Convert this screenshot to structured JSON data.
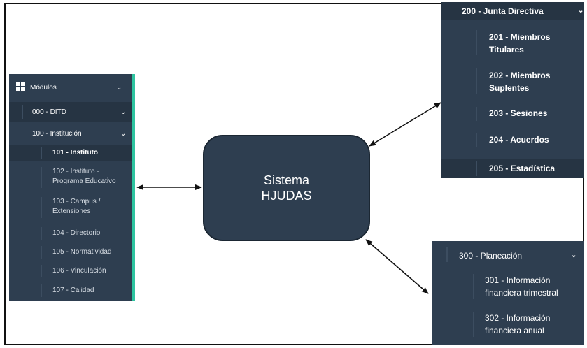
{
  "center": {
    "title": "Sistema HJUDAS"
  },
  "left_menu": {
    "header": "Módulos",
    "items": [
      {
        "label": "000 - DITD"
      },
      {
        "label": "100 - Institución"
      },
      {
        "label": "101 - Instituto"
      },
      {
        "label": "102 - Instituto - Programa Educativo"
      },
      {
        "label": "103 - Campus / Extensiones"
      },
      {
        "label": "104 - Directorio"
      },
      {
        "label": "105 - Normatividad"
      },
      {
        "label": "106 - Vinculación"
      },
      {
        "label": "107 - Calidad"
      }
    ]
  },
  "top_right_menu": {
    "header": "200 - Junta Directiva",
    "items": [
      {
        "label": "201 - Miembros Titulares"
      },
      {
        "label": "202 - Miembros Suplentes"
      },
      {
        "label": "203 - Sesiones"
      },
      {
        "label": "204 - Acuerdos"
      },
      {
        "label": "205 - Estadística"
      }
    ]
  },
  "bottom_right_menu": {
    "header": "300 - Planeación",
    "items": [
      {
        "label": "301 - Información financiera trimestral"
      },
      {
        "label": "302 - Información financiera anual"
      }
    ]
  },
  "icons": {
    "modules": "windows-grid-icon",
    "expand": "chevron-down-icon"
  },
  "colors": {
    "panel": "#2e3e50",
    "panel_dark": "#263443",
    "accent": "#2ec4a0",
    "arrows": "#111111"
  }
}
